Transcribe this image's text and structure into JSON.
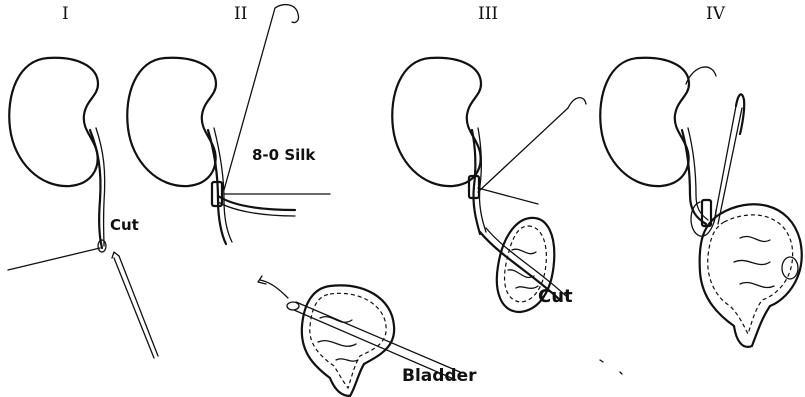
{
  "panels": [
    {
      "numeral": "I"
    },
    {
      "numeral": "II"
    },
    {
      "numeral": "III"
    },
    {
      "numeral": "IV"
    }
  ],
  "labels": {
    "cut_1": "Cut",
    "suture": "8-0 Silk",
    "cut_2": "Cut",
    "bladder": "Bladder"
  }
}
